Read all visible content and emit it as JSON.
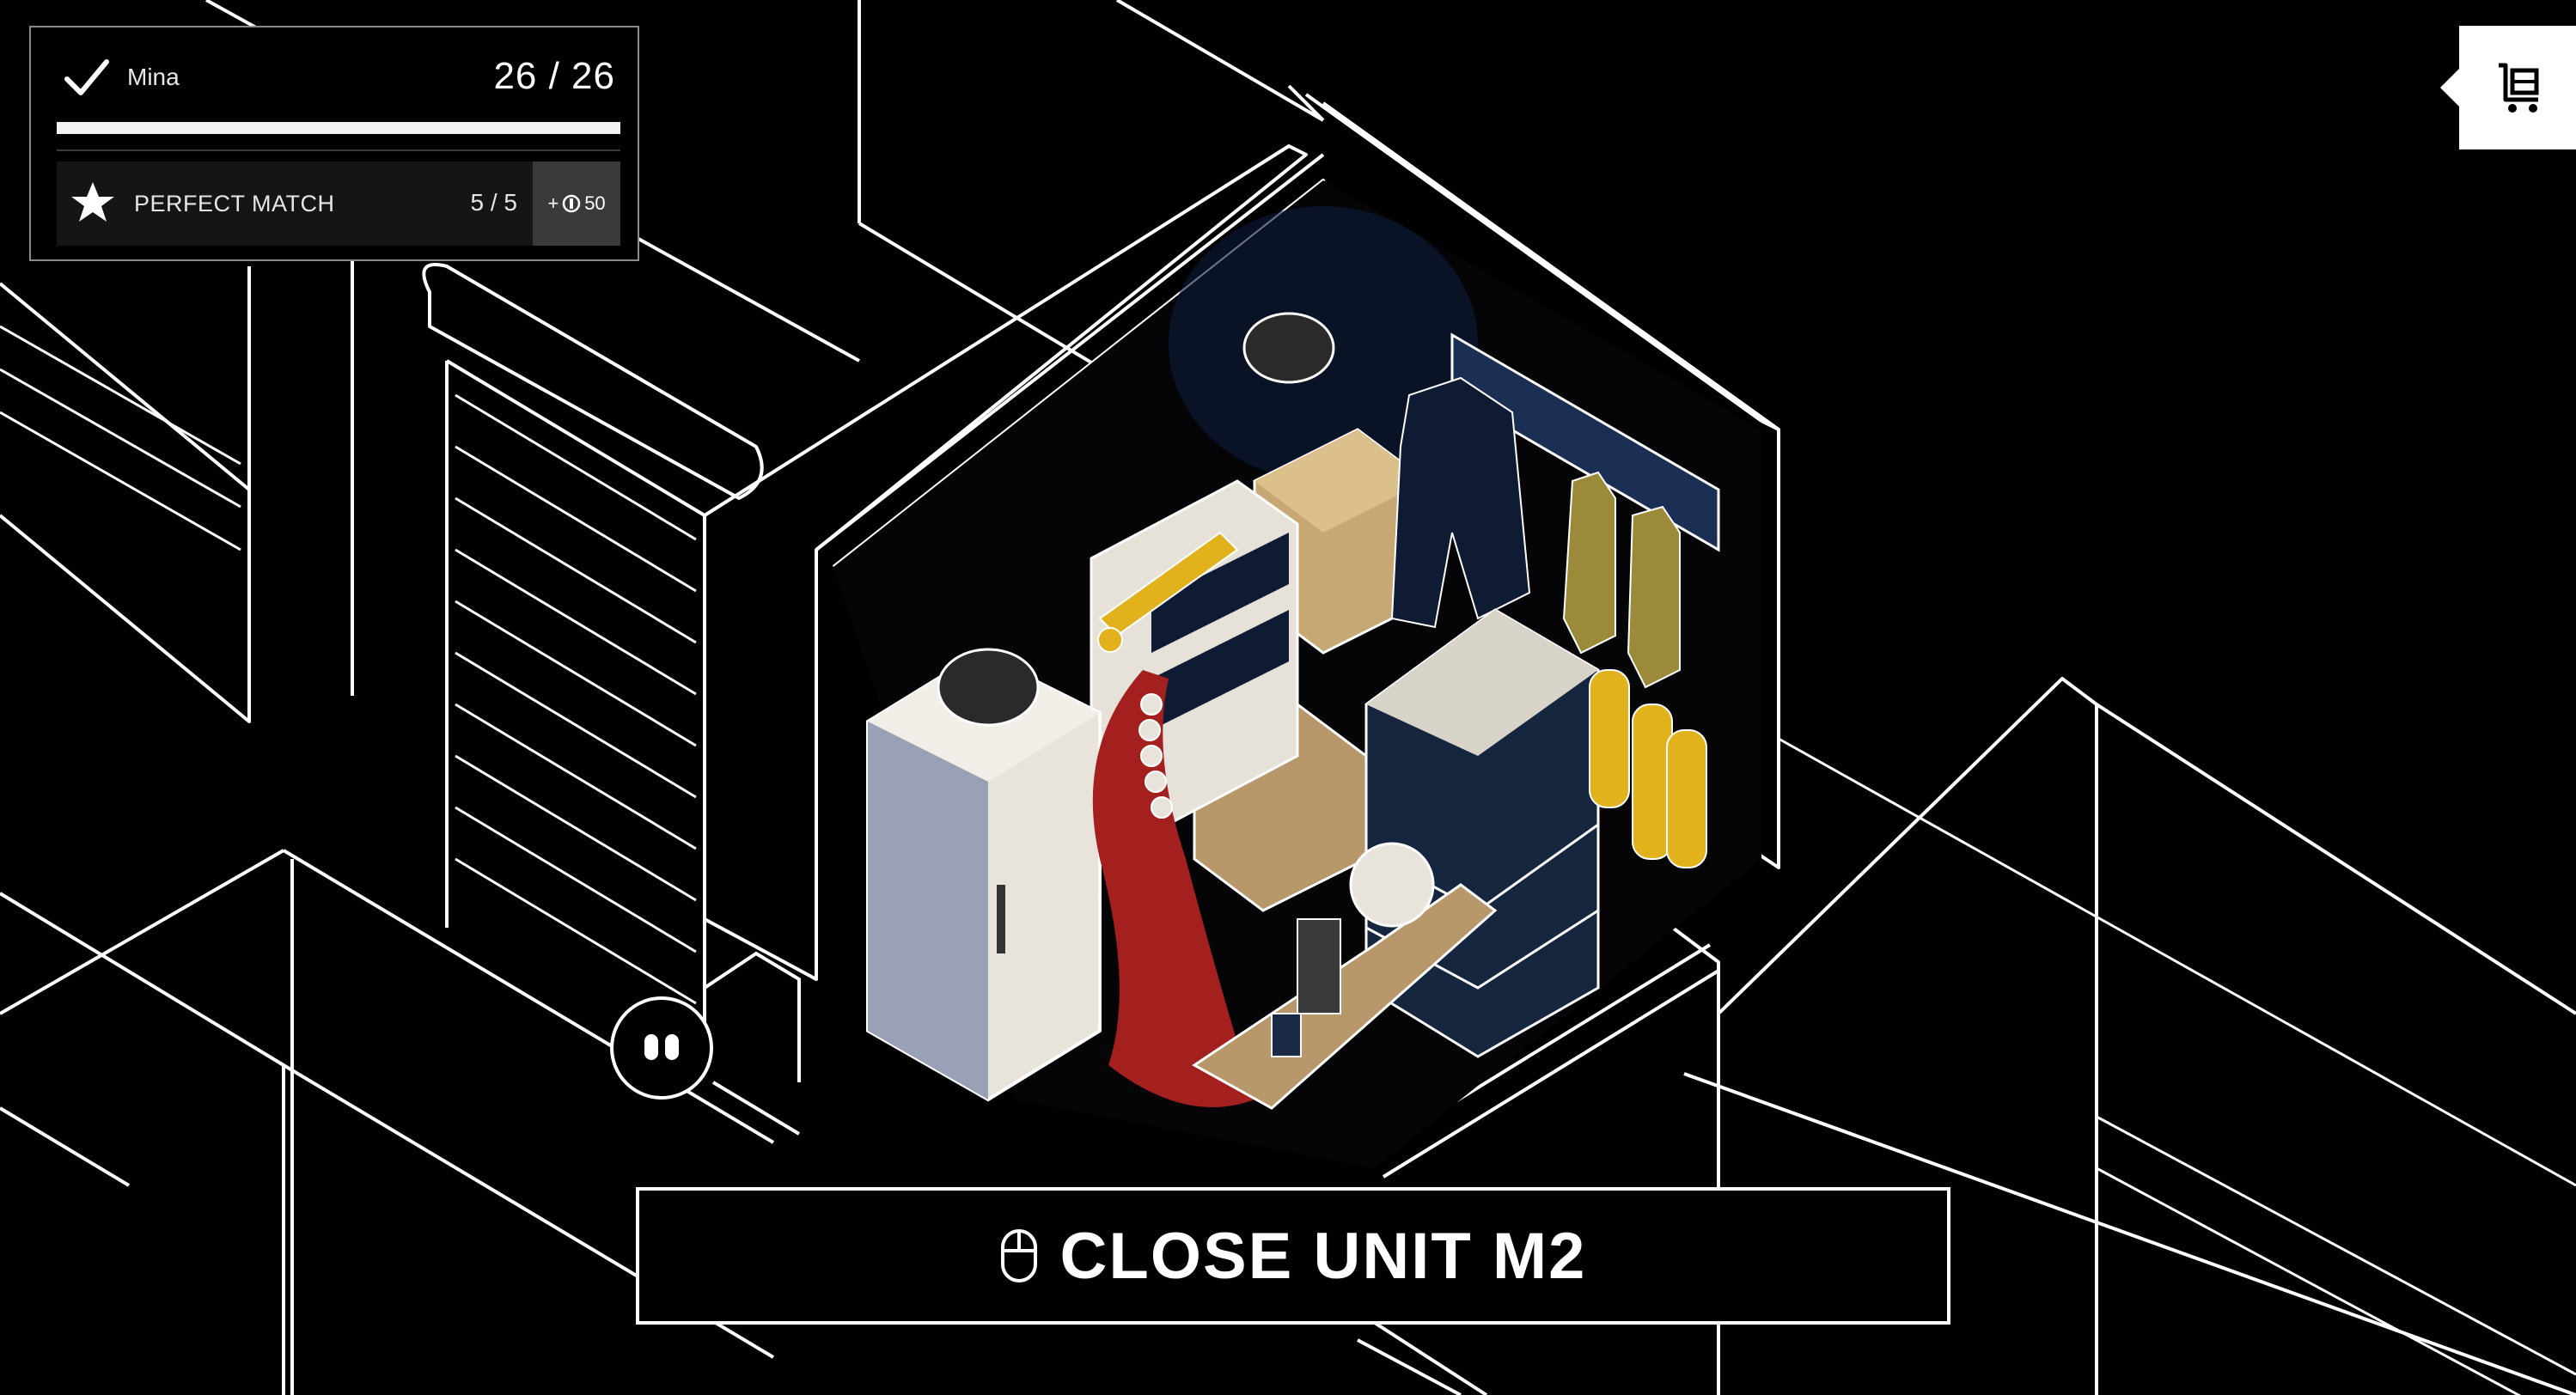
{
  "hud": {
    "player_name": "Mina",
    "progress_text": "26 / 26",
    "progress_fraction": 1.0,
    "bonus_label": "PERFECT MATCH",
    "bonus_count": "5 / 5",
    "reward_prefix": "+",
    "reward_amount": "50"
  },
  "close_button": {
    "label": "CLOSE UNIT M2"
  },
  "icons": {
    "check": "check-icon",
    "star": "star-icon",
    "coin": "coin-icon",
    "cart": "cart-icon",
    "mouse": "mouse-icon"
  },
  "colors": {
    "background": "#000000",
    "line": "#ffffff",
    "accent_red": "#a3201e",
    "accent_navy": "#16263f",
    "accent_yellow": "#e2b21d",
    "box_tan": "#c7a874"
  }
}
